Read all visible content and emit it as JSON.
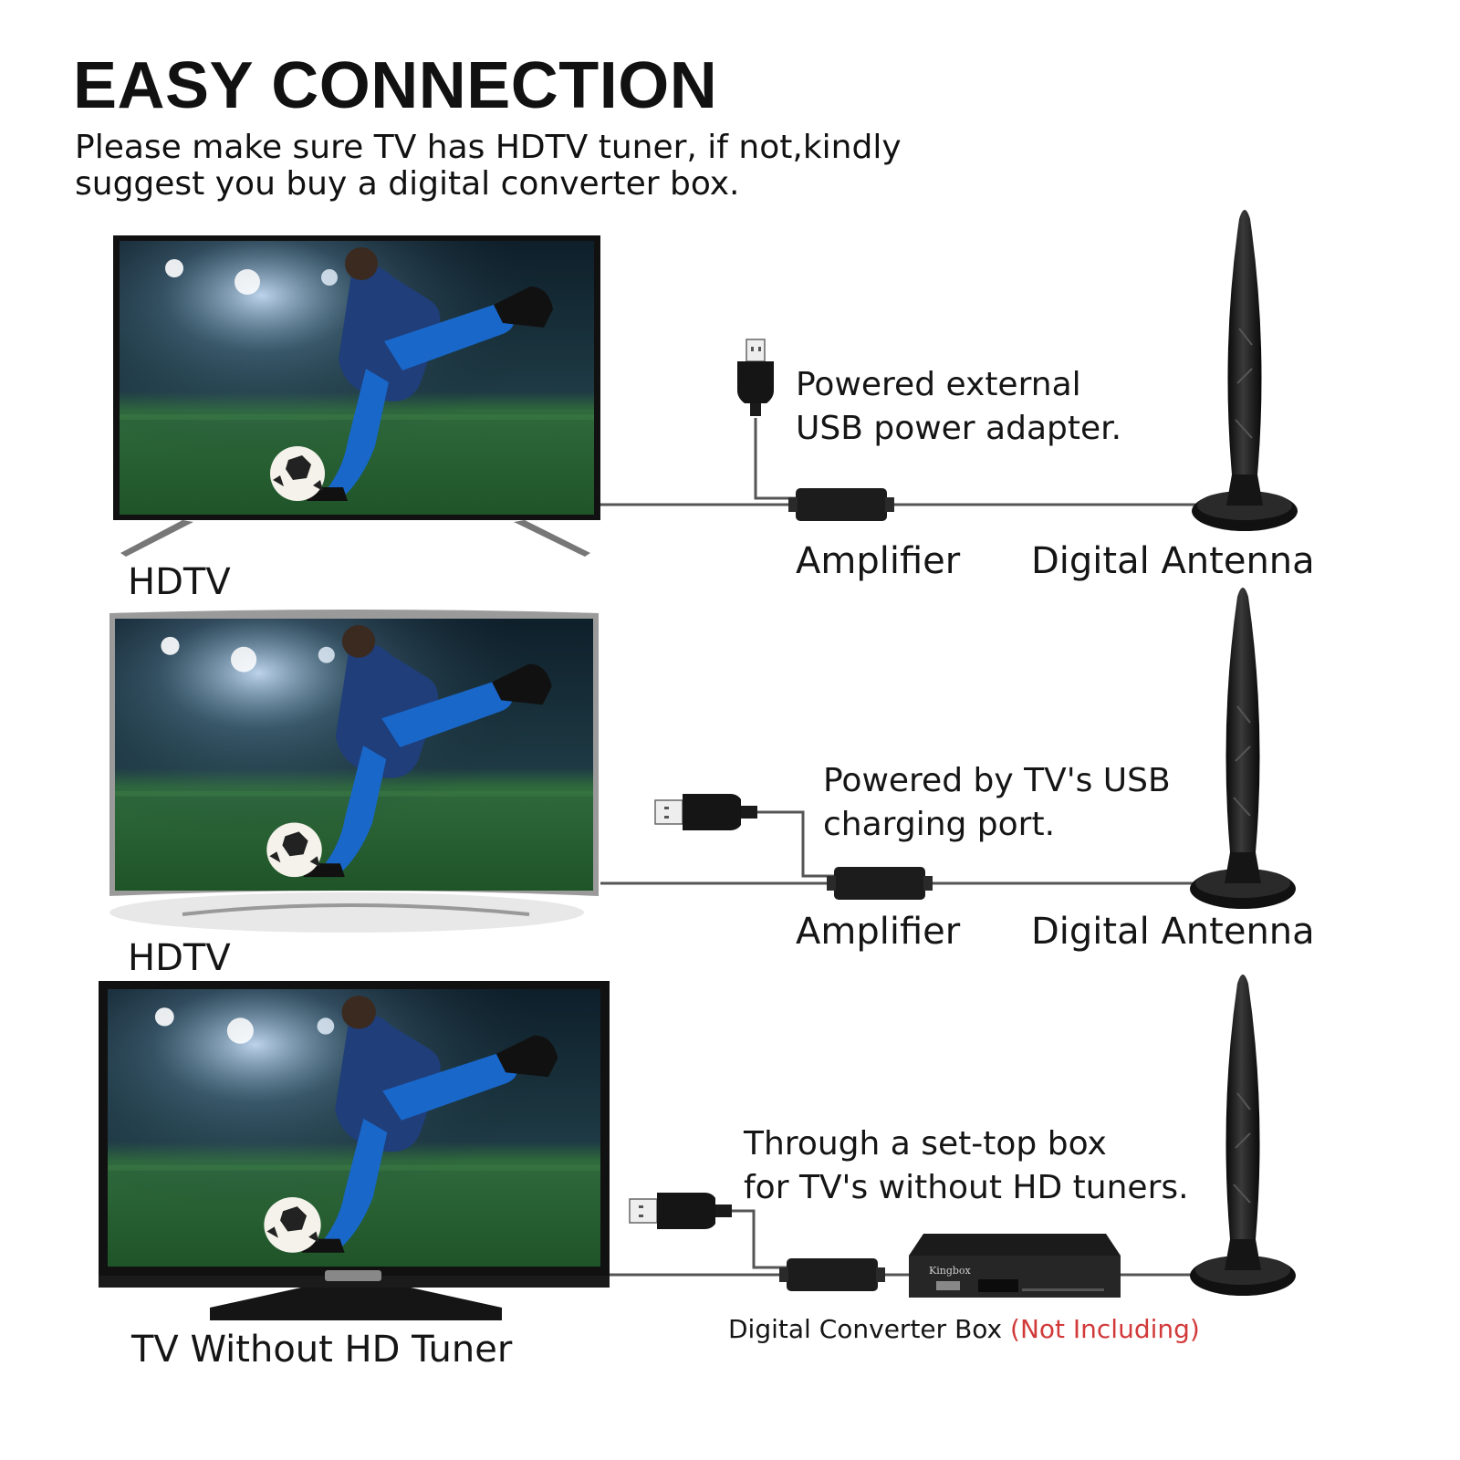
{
  "header": {
    "title": "EASY CONNECTION",
    "subtitle_line1": "Please make sure TV has HDTV tuner, if not,kindly",
    "subtitle_line2": "suggest you buy a digital converter box."
  },
  "rows": [
    {
      "tv_label": "HDTV",
      "note_line1": "Powered external",
      "note_line2": "USB power adapter.",
      "amplifier_label": "Amplifier",
      "antenna_label": "Digital Antenna"
    },
    {
      "tv_label": "HDTV",
      "note_line1": "Powered by TV's USB",
      "note_line2": "charging port.",
      "amplifier_label": "Amplifier",
      "antenna_label": "Digital Antenna"
    },
    {
      "tv_label": "TV Without HD Tuner",
      "note_line1": "Through a set-top box",
      "note_line2": "for TV's without HD tuners.",
      "box_label": "Digital Converter Box",
      "box_note": "(Not Including)",
      "box_brand": "Kingbox"
    }
  ],
  "colors": {
    "text": "#111111",
    "warning": "#d23a3a",
    "cable": "#555555",
    "device": "#1a1a1a"
  },
  "icons": [
    "tv-icon",
    "usb-plug-icon",
    "amplifier-icon",
    "antenna-icon",
    "set-top-box-icon"
  ]
}
